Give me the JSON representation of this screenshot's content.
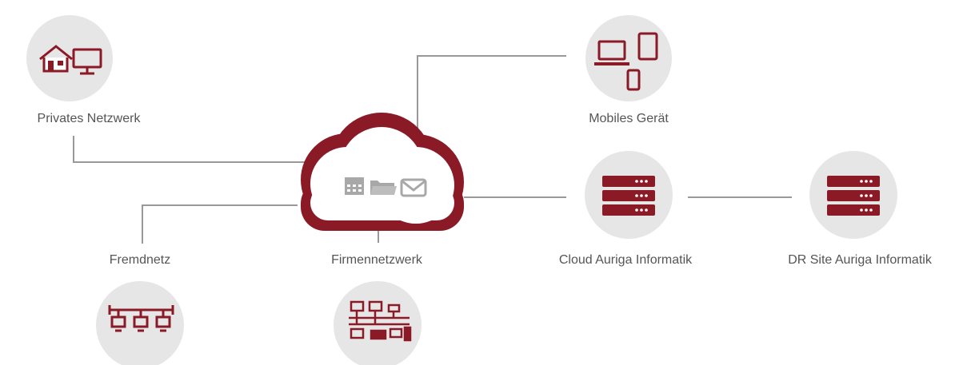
{
  "colors": {
    "brand": "#8b1a27",
    "node_bg": "#e6e6e6",
    "line": "#999999",
    "label": "#555555"
  },
  "nodes": {
    "private_network": {
      "label": "Privates Netzwerk",
      "icon": "house-monitor-icon"
    },
    "mobile_device": {
      "label": "Mobiles Gerät",
      "icon": "laptop-tablet-phone-icon"
    },
    "foreign_network": {
      "label": "Fremdnetz",
      "icon": "network-hub-icon"
    },
    "company_network": {
      "label": "Firmennetzwerk",
      "icon": "office-network-icon"
    },
    "cloud_auriga": {
      "label": "Cloud Auriga Informatik",
      "icon": "server-icon"
    },
    "dr_site_auriga": {
      "label": "DR Site Auriga Informatik",
      "icon": "server-icon"
    }
  },
  "cloud": {
    "icons": [
      "calendar-icon",
      "folder-icon",
      "mail-icon"
    ]
  }
}
